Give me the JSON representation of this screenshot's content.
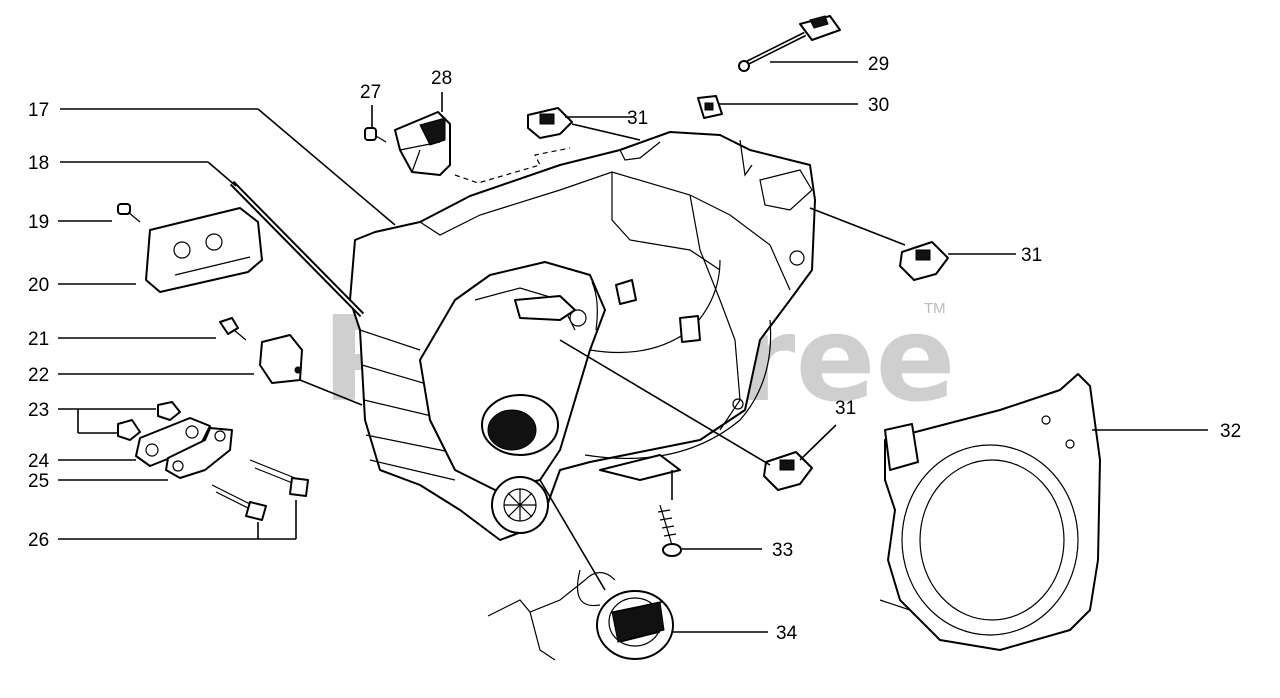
{
  "watermark": {
    "text": "PartsTree",
    "trademark": "TM"
  },
  "callouts": {
    "c17": "17",
    "c18": "18",
    "c19": "19",
    "c20": "20",
    "c21": "21",
    "c22": "22",
    "c23": "23",
    "c24": "24",
    "c25": "25",
    "c26": "26",
    "c27": "27",
    "c28": "28",
    "c29": "29",
    "c30": "30",
    "c31a": "31",
    "c31b": "31",
    "c31c": "31",
    "c32": "32",
    "c33": "33",
    "c34": "34"
  }
}
